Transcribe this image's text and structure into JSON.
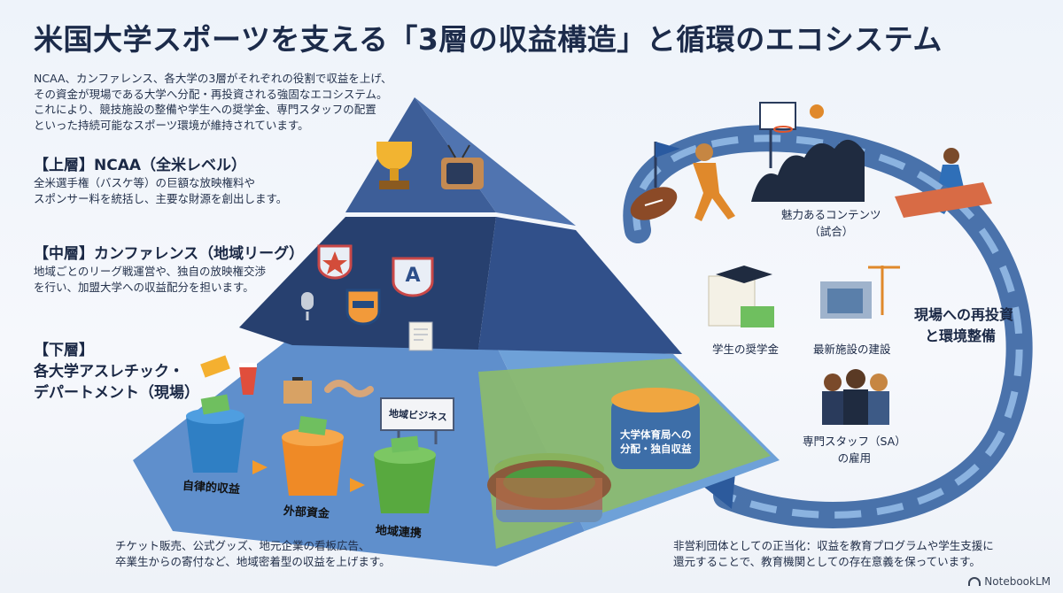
{
  "title": "米国大学スポーツを支える「3層の収益構造」と循環のエコシステム",
  "intro": {
    "lines": [
      "NCAA、カンファレンス、各大学の3層がそれぞれの役割で収益を上げ、",
      "その資金が現場である大学へ分配・再投資される強固なエコシステム。",
      "これにより、競技施設の整備や学生への奨学金、専門スタッフの配置",
      "といった持続可能なスポーツ環境が維持されています。"
    ]
  },
  "tiers": [
    {
      "heading": "【上層】NCAA（全米レベル）",
      "desc": [
        "全米選手権（バスケ等）の巨額な放映権料や",
        "スポンサー料を統括し、主要な財源を創出します。"
      ]
    },
    {
      "heading": "【中層】カンファレンス（地域リーグ）",
      "desc": [
        "地域ごとのリーグ戦運営や、独自の放映権交渉",
        "を行い、加盟大学への収益配分を担います。"
      ]
    },
    {
      "heading_lines": [
        "【下層】",
        "各大学アスレチック・",
        "デパートメント（現場）"
      ]
    }
  ],
  "buckets": [
    "自律的収益",
    "外部資金",
    "地域連携"
  ],
  "sign": "地域ビジネス",
  "stadium_label": [
    "大学体育局への",
    "分配・独自収益"
  ],
  "cycle": {
    "content_label": [
      "魅力あるコンテンツ",
      "（試合）"
    ],
    "reinvest_heading": [
      "現場への再投資",
      "と環境整備"
    ],
    "items": [
      {
        "label": "学生の奨学金"
      },
      {
        "label": "最新施設の建設"
      },
      {
        "label_lines": [
          "専門スタッフ（SA）",
          "の雇用"
        ]
      }
    ]
  },
  "bottom_left": [
    "チケット販売、公式グッズ、地元企業の看板広告、",
    "卒業生からの寄付など、地域密着型の収益を上げます。"
  ],
  "bottom_right": [
    "非営利団体としての正当化：収益を教育プログラムや学生支援に",
    "還元することで、教育機関としての存在意義を保っています。"
  ],
  "brand": "NotebookLM",
  "colors": {
    "pyramid_top": "#3f5f9a",
    "pyramid_mid": "#2a4375",
    "pyramid_bottom": "#4e7fc0",
    "bucket_blue": "#2f7fc4",
    "bucket_orange": "#ef8a26",
    "bucket_green": "#58a93f",
    "arrow_orange": "#f39a2b",
    "ring_blue": "#3a6fb7"
  }
}
